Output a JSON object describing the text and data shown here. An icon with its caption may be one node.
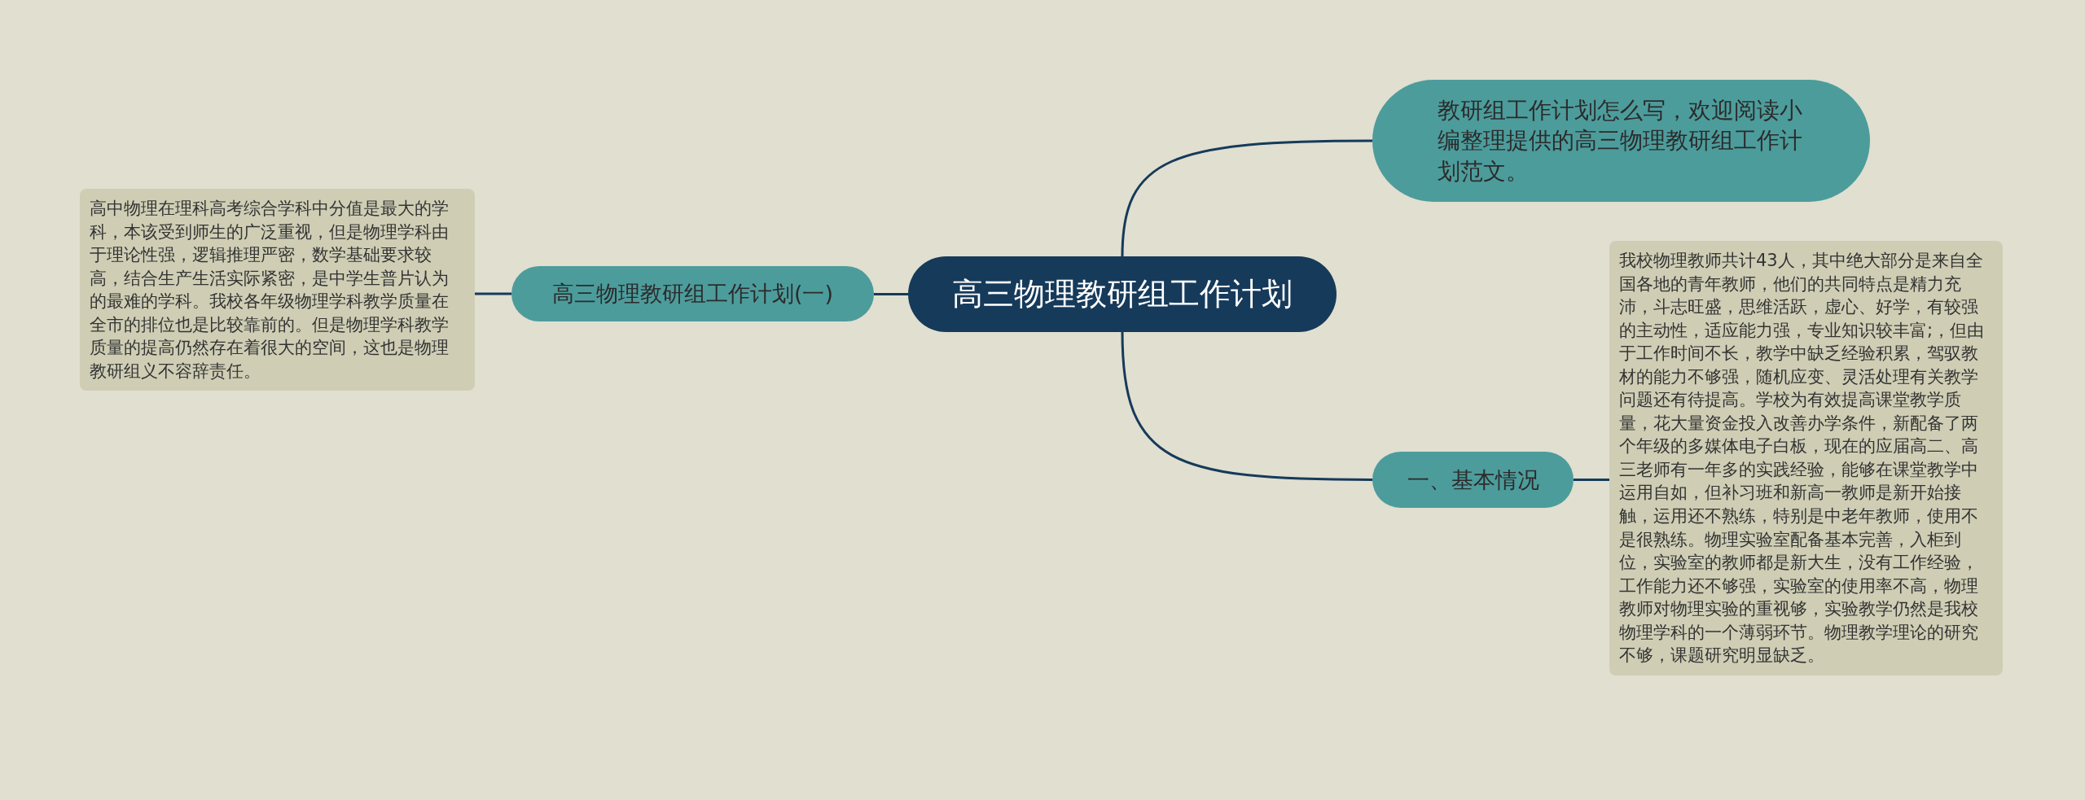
{
  "diagram": {
    "nodes": [
      {
        "text": [
          "高三物理教研组工作计划"
        ]
      },
      {
        "text": [
          "高三物理教研组工作计划(一)"
        ]
      },
      {
        "text": [
          "高中物理在理科高考综合学科中分值是最大的学科，本该受到师生的广泛重视，但是物理学科由于理论性强，逻辑推理严密，数学基础要求较高，结合生产生活实际紧密，是中学生普片认为的最难的学科。我校各年级物理学科教学质量在全市的排位也是比较靠前的。但是物理学科教学质量的提高仍然存在着很大的空间，这也是物理教研组义不容辞责任。"
        ]
      },
      {
        "text": [
          "教研组工作计划怎么写，欢迎阅读小编整理提供的高三物理教研组工作计划范文。"
        ]
      },
      {
        "text": [
          "一、基本情况"
        ]
      },
      {
        "text": [
          "我校物理教师共计43人，其中绝大部分是来自全国各地的青年教师，他们的共同特点是精力充沛，斗志旺盛，思维活跃，虚心、好学，有较强的主动性，适应能力强，专业知识较丰富;，但由于工作时间不长，教学中缺乏经验积累，驾驭教材的能力不够强，随机应变、灵活处理有关教学问题还有待提高。学校为有效提高课堂教学质量，花大量资金投入改善办学条件，新配备了两个年级的多媒体电子白板，现在的应届高二、高三老师有一年多的实践经验，能够在课堂教学中运用自如，但补习班和新高一教师是新开始接触，运用还不熟练，特别是中老年教师，使用不是很熟练。物理实验室配备基本完善，入柜到位，实验室的教师都是新大生，没有工作经验，工作能力还不够强，实验室的使用率不高，物理教师对物理实验的重视够，实验教学仍然是我校物理学科的一个薄弱环节。物理教学理论的研究不够，课题研究明显缺乏。"
        ]
      }
    ],
    "edges": [
      {
        "from": 0,
        "to": 1,
        "arrow": "none"
      },
      {
        "from": 1,
        "to": 2,
        "arrow": "none"
      },
      {
        "from": 0,
        "to": 3,
        "arrow": "none"
      },
      {
        "from": 0,
        "to": 4,
        "arrow": "none"
      },
      {
        "from": 4,
        "to": 5,
        "arrow": "none"
      }
    ]
  }
}
